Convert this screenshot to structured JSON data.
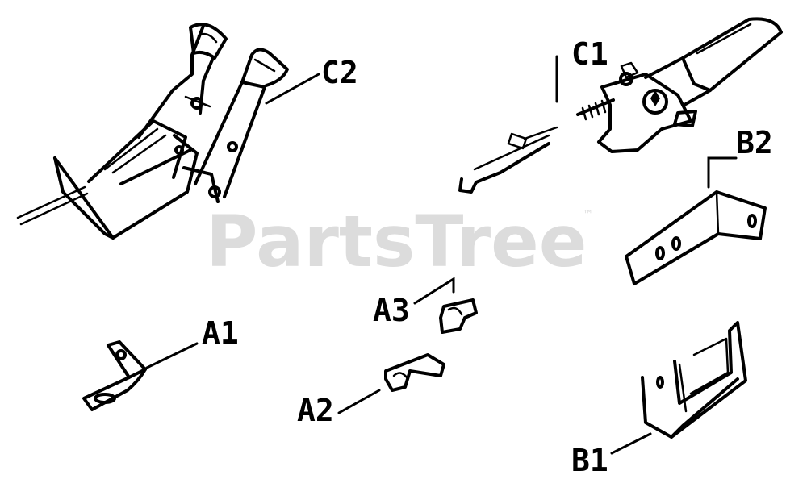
{
  "watermark": {
    "text": "PartsTree",
    "trademark": "™"
  },
  "labels": {
    "c2": "C2",
    "c1": "C1",
    "b2": "B2",
    "a3": "A3",
    "a1": "A1",
    "a2": "A2",
    "b1": "B1"
  }
}
